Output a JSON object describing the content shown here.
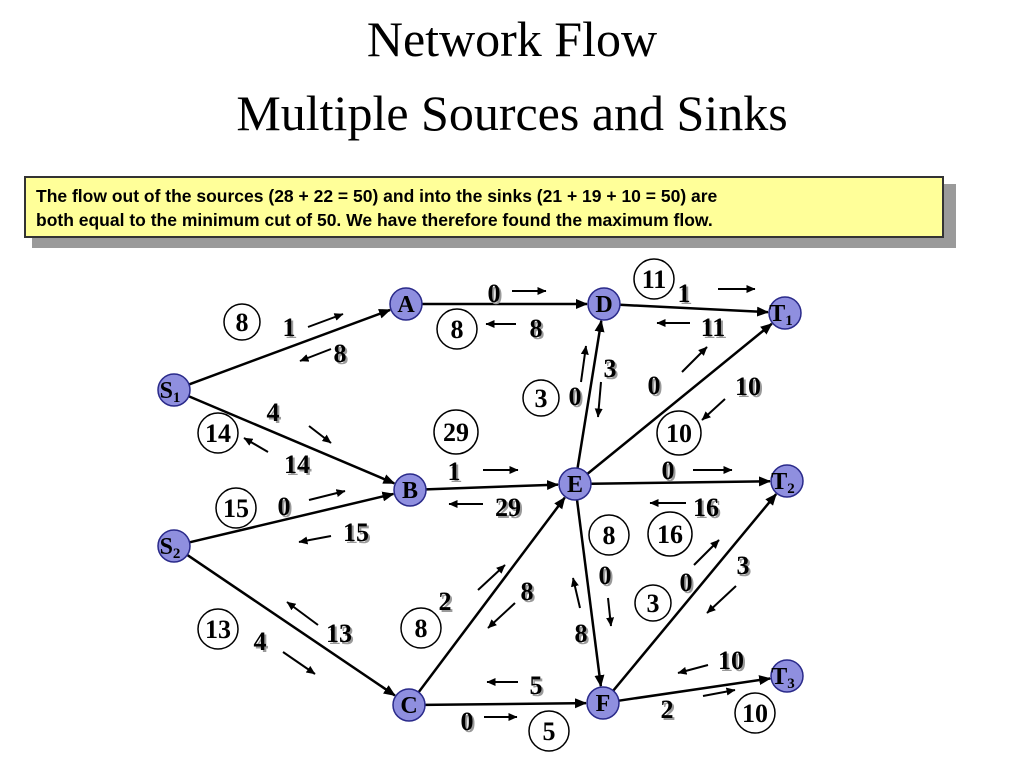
{
  "title_line1": "Network Flow",
  "title_line2": "Multiple Sources and Sinks",
  "callout_line1": "The flow out of the sources (28 + 22 = 50) and into the sinks (21 + 19 + 10 = 50) are",
  "callout_line2": "both equal to the minimum cut of 50.  We have therefore found the maximum flow.",
  "colors": {
    "node_fill": "#8f8fdf",
    "callout_fill": "#ffff99",
    "callout_border": "#333333"
  },
  "nodes": [
    {
      "id": "S1",
      "main": "S",
      "sub": "1"
    },
    {
      "id": "S2",
      "main": "S",
      "sub": "2"
    },
    {
      "id": "A",
      "main": "A",
      "sub": ""
    },
    {
      "id": "B",
      "main": "B",
      "sub": ""
    },
    {
      "id": "C",
      "main": "C",
      "sub": ""
    },
    {
      "id": "D",
      "main": "D",
      "sub": ""
    },
    {
      "id": "E",
      "main": "E",
      "sub": ""
    },
    {
      "id": "F",
      "main": "F",
      "sub": ""
    },
    {
      "id": "T1",
      "main": "T",
      "sub": "1"
    },
    {
      "id": "T2",
      "main": "T",
      "sub": "2"
    },
    {
      "id": "T3",
      "main": "T",
      "sub": "3"
    }
  ],
  "edges": [
    {
      "from": "S1",
      "to": "A",
      "flow": "8",
      "forward": "1",
      "backward": "8"
    },
    {
      "from": "S1",
      "to": "B",
      "flow": "14",
      "forward": "4",
      "backward": "14"
    },
    {
      "from": "S2",
      "to": "B",
      "flow": "15",
      "forward": "0",
      "backward": "15"
    },
    {
      "from": "S2",
      "to": "C",
      "flow": "13",
      "forward": "4",
      "backward": "13"
    },
    {
      "from": "A",
      "to": "D",
      "flow": "8",
      "forward": "0",
      "backward": "8"
    },
    {
      "from": "B",
      "to": "E",
      "flow": "29",
      "forward": "1",
      "backward": "29"
    },
    {
      "from": "C",
      "to": "F",
      "flow": "5",
      "forward": "0",
      "backward": "5"
    },
    {
      "from": "C",
      "to": "E",
      "flow": "8",
      "forward": "2",
      "backward": "8"
    },
    {
      "from": "E",
      "to": "D",
      "flow": "3",
      "forward": "0",
      "backward": "3"
    },
    {
      "from": "E",
      "to": "F",
      "flow": "8",
      "forward": "0",
      "backward": "8"
    },
    {
      "from": "D",
      "to": "T1",
      "flow": "11",
      "forward": "1",
      "backward": "11"
    },
    {
      "from": "E",
      "to": "T1",
      "flow": "10",
      "forward": "0",
      "backward": "10"
    },
    {
      "from": "E",
      "to": "T2",
      "flow": "16",
      "forward": "0",
      "backward": "16"
    },
    {
      "from": "F",
      "to": "T2",
      "flow": "3",
      "forward": "0",
      "backward": "3"
    },
    {
      "from": "F",
      "to": "T3",
      "flow": "10",
      "forward": "2",
      "backward": "10"
    }
  ]
}
